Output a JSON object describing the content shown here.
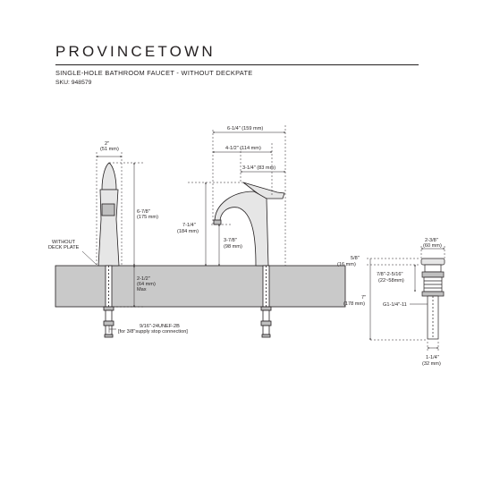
{
  "header": {
    "title": "PROVINCETOWN",
    "subtitle": "SINGLE-HOLE BATHROOM FAUCET - WITHOUT DECKPATE",
    "sku": "SKU: 948579"
  },
  "front_view": {
    "spout_width": [
      "2\"",
      "(51 mm)"
    ],
    "overall_height": [
      "6-7/8\"",
      "(175 mm)"
    ],
    "shank_length": [
      "2-1/2\"",
      "(64 mm)",
      "Max"
    ],
    "deck_note": [
      "WITHOUT",
      "DECK PLATE"
    ],
    "connection": [
      "9/16\"-24UNEF-2B",
      "[for 3/8\"supply stop connection]"
    ]
  },
  "side_view": {
    "reach_overall": "6-1/4\" (159 mm)",
    "reach_mid": "4-1/2\" (114 mm)",
    "reach_spout": "3-1/4\" (83 mm)",
    "total_height": [
      "7-1/4\"",
      "(184 mm)"
    ],
    "spout_height": [
      "3-7/8\"",
      "(98 mm)"
    ]
  },
  "drain": {
    "top_width": [
      "2-3/8\"",
      "(60 mm)"
    ],
    "flange_height": [
      "5/8\"",
      "(16 mm)"
    ],
    "deck_range": [
      "7/8\"-2-5/16\"",
      "(22~58mm)"
    ],
    "overall_length": [
      "7\"",
      "(178 mm)"
    ],
    "thread": "G1-1/4\"-11",
    "tail_width": [
      "1-1/4\"",
      "(32 mm)"
    ]
  },
  "colors": {
    "ink": "#231f20",
    "counter": "#c9c9c9",
    "metal": "#dcdcdc"
  }
}
